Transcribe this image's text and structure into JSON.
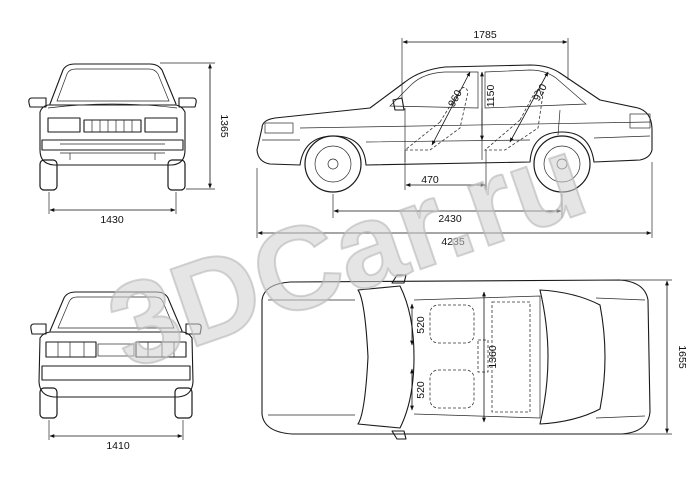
{
  "watermark": "3DCar.ru",
  "dimensions": {
    "front_height": "1365",
    "front_track": "1430",
    "rear_track": "1410",
    "side_upper_length": "1785",
    "front_seat_diag": "960",
    "interior_height": "1150",
    "rear_seat_diag": "920",
    "seat_spacing": "470",
    "wheelbase": "2430",
    "overall_length": "4235",
    "front_seat_width": "520",
    "rear_seat_width": "520",
    "shoulder_width": "1360",
    "overall_width": "1655"
  }
}
